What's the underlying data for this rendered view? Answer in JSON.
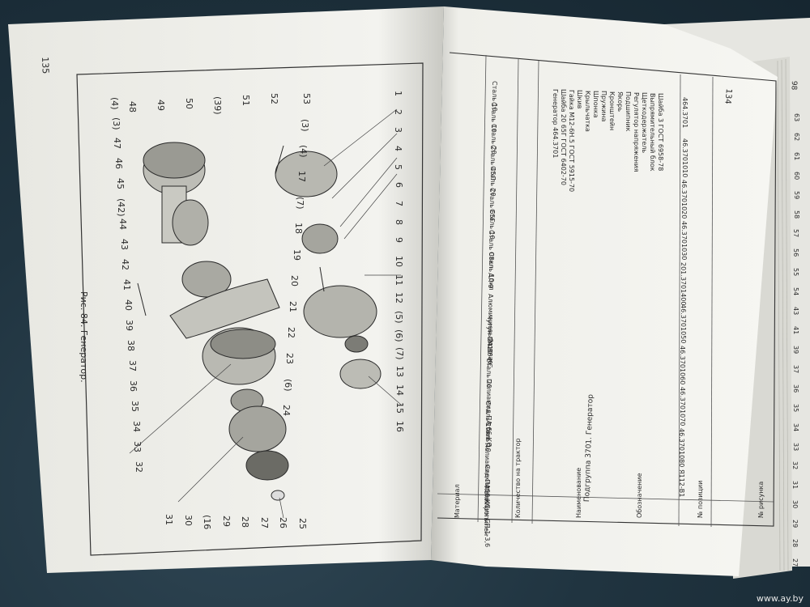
{
  "left_page": {
    "page_number": "135",
    "caption": "Рис. 84. Генератор.",
    "callouts_right": [
      "1",
      "2",
      "3",
      "4",
      "5",
      "6",
      "7",
      "8",
      "9",
      "10",
      "11",
      "12",
      "(5)",
      "(6)",
      "(7)",
      "13",
      "14",
      "15",
      "16"
    ],
    "callouts_inner": [
      "53",
      "(3)",
      "(4)",
      "17",
      "(7)",
      "18",
      "19",
      "20",
      "21",
      "22",
      "23",
      "(6)",
      "24"
    ],
    "callouts_top": [
      "48",
      "49",
      "50",
      "(39)",
      "51",
      "52"
    ],
    "callouts_left": [
      "(4)",
      "(3)",
      "47",
      "46",
      "45",
      "(42)",
      "44",
      "43",
      "42",
      "41",
      "40",
      "39",
      "38",
      "37",
      "36",
      "35",
      "34",
      "33",
      "32"
    ],
    "callouts_bottom": [
      "31",
      "30",
      "(16",
      "29",
      "28",
      "27",
      "26",
      "25"
    ]
  },
  "right_page": {
    "page_number": "134",
    "table_headers": [
      "№ рисунка",
      "№ позиции",
      "Обозначение",
      "Наименование",
      "Количество на трактор",
      "Материал"
    ],
    "table_caption": "Подгруппа 3701. Генератор",
    "col_material_items": [
      "Сталь 10",
      "Сталь 10",
      "Сталь 20",
      "Сталь 45Л",
      "Сталь 20",
      "Сталь 65Г",
      "Сталь 10",
      "Сталь 08кп",
      "Сталь 10кп",
      "АЛ-9",
      "Алюминиевый сплав",
      "Чугун СЧ10",
      "ПА 66-КС",
      "Сталь 20",
      "Полиамид ПА 66-КС",
      "Сталь 10кп",
      "Сталь 10",
      "Полиамид ПА66-КС",
      "Стеклопластик СП-1-3,6",
      "Полипропилен"
    ],
    "row_names": [
      "Генератор 464.3701",
      "Шайба 20 65Г ГОСТ 6402-70",
      "Гайка М12-6Н.5 ГОСТ 5915-70",
      "Шкив",
      "Крыльчатка",
      "Шпонка",
      "Пружина",
      "Кронштейн",
      "Якорь",
      "Подшипник",
      "Регулятор напряжения",
      "Щеткодержатель",
      "Выпрямительный блок",
      "Шайба 3 ГОСТ 6958-78"
    ],
    "codes": [
      "464.3701",
      "46.3701010",
      "46.3701020",
      "46.3701030",
      "201.3701400",
      "46.3701050",
      "46.3701060",
      "46.3701070",
      "46.3701080",
      "Я112-В1"
    ]
  },
  "back_page": {
    "page_number": "98",
    "numbers": [
      "63",
      "62",
      "61",
      "60",
      "59",
      "58",
      "57",
      "56",
      "55",
      "54",
      "43",
      "41",
      "39",
      "37",
      "36",
      "35",
      "34",
      "33",
      "32",
      "31",
      "30",
      "29",
      "28",
      "27"
    ]
  },
  "watermark": "www.ay.by",
  "colors": {
    "paper": "#f1f1ec",
    "ink": "#2b2b2b",
    "carpet": "#22303a"
  }
}
